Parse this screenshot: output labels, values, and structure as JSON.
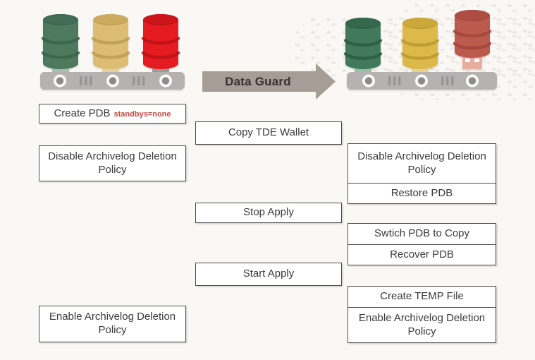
{
  "arrow": {
    "label": "Data Guard"
  },
  "colors": {
    "background": "#faf8f5",
    "arrow": "#a59d96",
    "box_border": "#4d4d4d",
    "box_text": "#3a3a3a",
    "annotation_red": "#c9473f",
    "server_bar": "#b5b2b1"
  },
  "left_server": {
    "icon": "database-server-icon",
    "databases": [
      {
        "icon": "green-database-icon",
        "color": "#4d7a5d",
        "dark": "#3c6650",
        "connector": "#a9bfae"
      },
      {
        "icon": "yellow-database-icon",
        "color": "#dcbd72",
        "dark": "#c3a257",
        "connector": "#e2d1a3"
      },
      {
        "icon": "red-database-icon",
        "color": "#e41b21",
        "dark": "#bf1318",
        "connector": "#9b9b9b"
      }
    ]
  },
  "right_server": {
    "icon": "database-server-icon",
    "databases": [
      {
        "icon": "green-database-icon",
        "color": "#41795c",
        "dark": "#2f6044",
        "connector": "#9cbfa9"
      },
      {
        "icon": "yellow-database-icon",
        "color": "#ddb94a",
        "dark": "#c19e33",
        "connector": "#e4d193"
      },
      {
        "icon": "red-usb-database-icon",
        "color": "#bd5a4e",
        "dark": "#a5483e",
        "connector": "#e8aca0",
        "usb": true
      }
    ]
  },
  "steps": {
    "primary": [
      {
        "label": "Create PDB",
        "annotation": "standbys=none"
      },
      {
        "label": "Disable Archivelog Deletion Policy"
      },
      {
        "label": "Enable Archivelog Deletion Policy"
      }
    ],
    "middle": [
      {
        "label": "Copy TDE Wallet"
      },
      {
        "label": "Stop Apply"
      },
      {
        "label": "Start Apply"
      }
    ],
    "standby": [
      {
        "label": "Disable Archivelog Deletion Policy"
      },
      {
        "label": "Restore PDB"
      },
      {
        "label": "Swtich PDB to Copy"
      },
      {
        "label": "Recover PDB"
      },
      {
        "label": "Create TEMP File"
      },
      {
        "label": "Enable Archivelog Deletion Policy"
      }
    ]
  }
}
